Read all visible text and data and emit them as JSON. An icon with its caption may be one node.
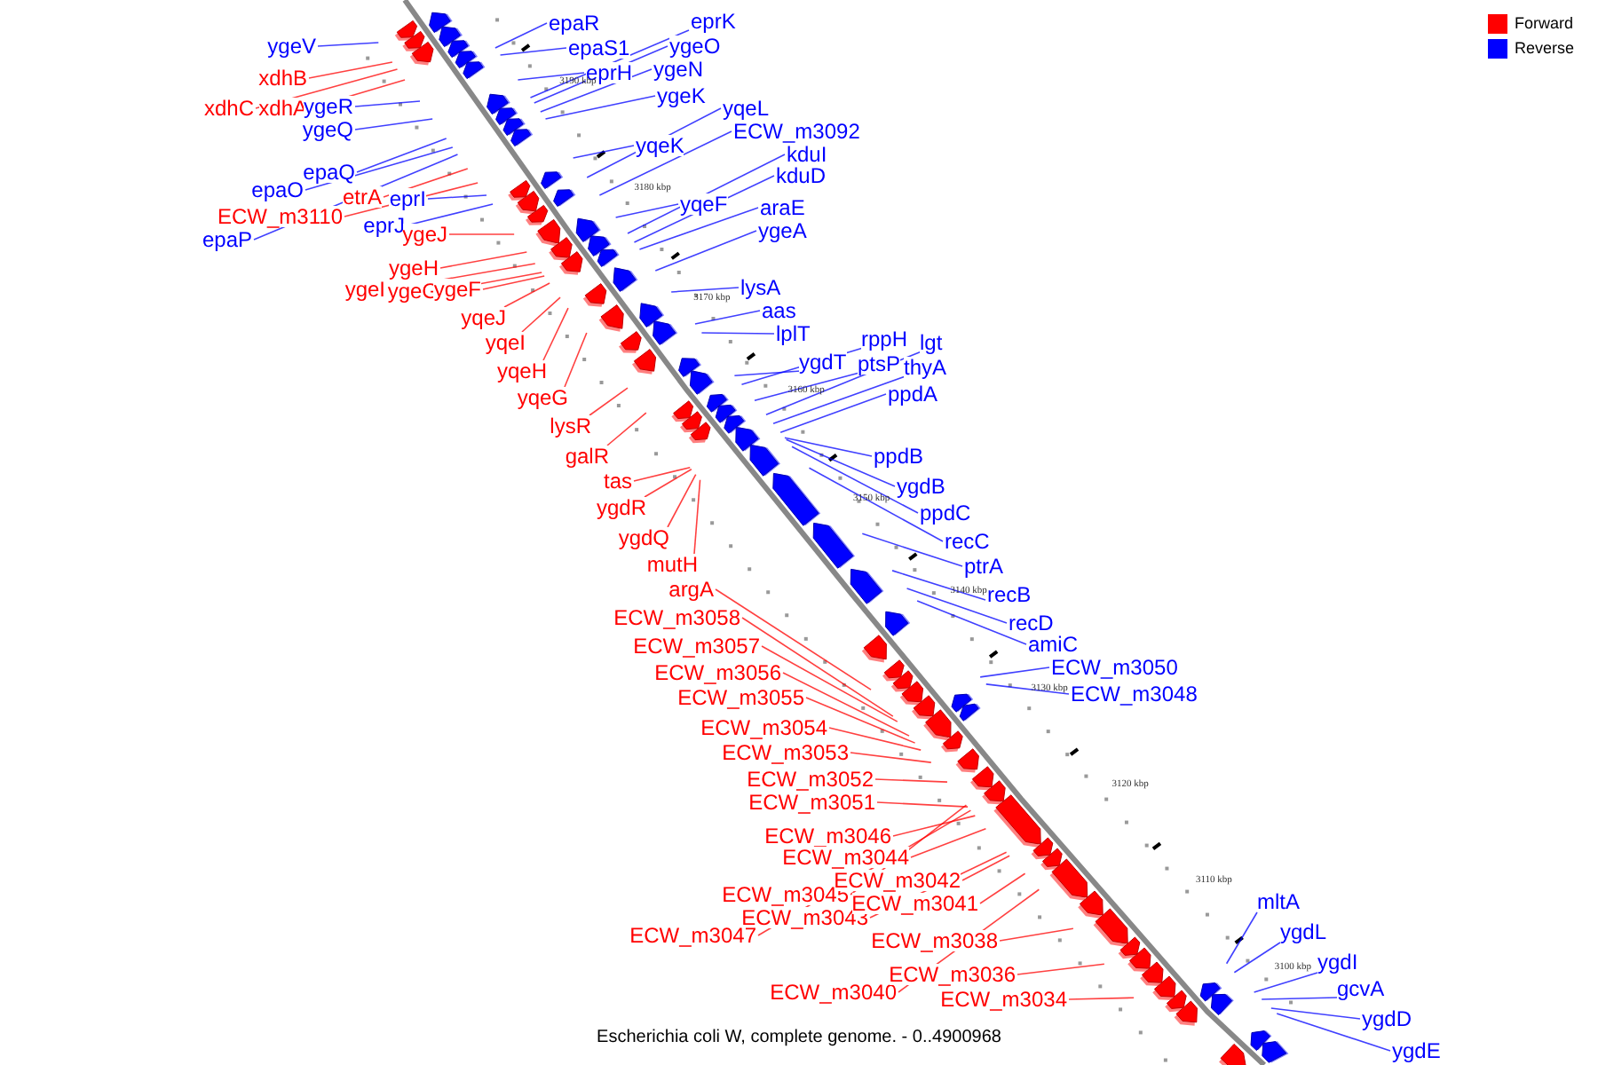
{
  "diagram": {
    "caption": "Escherichia coli W, complete genome. - 0..4900968",
    "nodes": [
      {
        "text": [
          "ygeV"
        ]
      },
      {
        "text": [
          "xdhB"
        ]
      },
      {
        "text": [
          "xdhC"
        ]
      },
      {
        "text": [
          "xdhA"
        ]
      },
      {
        "text": [
          "ygeR"
        ]
      },
      {
        "text": [
          "ygeQ"
        ]
      },
      {
        "text": [
          "epaQ"
        ]
      },
      {
        "text": [
          "epaO"
        ]
      },
      {
        "text": [
          "epaP"
        ]
      },
      {
        "text": [
          "etrA"
        ]
      },
      {
        "text": [
          "ECW_m3110"
        ]
      },
      {
        "text": [
          "eprI"
        ]
      },
      {
        "text": [
          "eprJ"
        ]
      },
      {
        "text": [
          "ygeJ"
        ]
      },
      {
        "text": [
          "ygeH"
        ]
      },
      {
        "text": [
          "ygeI"
        ]
      },
      {
        "text": [
          "ygeG"
        ]
      },
      {
        "text": [
          "ygeF"
        ]
      },
      {
        "text": [
          "yqeJ"
        ]
      },
      {
        "text": [
          "yqeI"
        ]
      },
      {
        "text": [
          "yqeH"
        ]
      },
      {
        "text": [
          "yqeG"
        ]
      },
      {
        "text": [
          "lysR"
        ]
      },
      {
        "text": [
          "galR"
        ]
      },
      {
        "text": [
          "tas"
        ]
      },
      {
        "text": [
          "ygdR"
        ]
      },
      {
        "text": [
          "ygdQ"
        ]
      },
      {
        "text": [
          "mutH"
        ]
      },
      {
        "text": [
          "argA"
        ]
      },
      {
        "text": [
          "ECW_m3058"
        ]
      },
      {
        "text": [
          "ECW_m3057"
        ]
      },
      {
        "text": [
          "ECW_m3056"
        ]
      },
      {
        "text": [
          "ECW_m3055"
        ]
      },
      {
        "text": [
          "ECW_m3054"
        ]
      },
      {
        "text": [
          "ECW_m3053"
        ]
      },
      {
        "text": [
          "ECW_m3052"
        ]
      },
      {
        "text": [
          "ECW_m3051"
        ]
      },
      {
        "text": [
          "ECW_m3046"
        ]
      },
      {
        "text": [
          "ECW_m3044"
        ]
      },
      {
        "text": [
          "ECW_m3045"
        ]
      },
      {
        "text": [
          "ECW_m3043"
        ]
      },
      {
        "text": [
          "ECW_m3047"
        ]
      },
      {
        "text": [
          "ECW_m3042"
        ]
      },
      {
        "text": [
          "ECW_m3041"
        ]
      },
      {
        "text": [
          "ECW_m3038"
        ]
      },
      {
        "text": [
          "ECW_m3040"
        ]
      },
      {
        "text": [
          "ECW_m3036"
        ]
      },
      {
        "text": [
          "ECW_m3034"
        ]
      },
      {
        "text": [
          "epaR"
        ]
      },
      {
        "text": [
          "epaS1"
        ]
      },
      {
        "text": [
          "eprH"
        ]
      },
      {
        "text": [
          "eprK"
        ]
      },
      {
        "text": [
          "ygeO"
        ]
      },
      {
        "text": [
          "ygeN"
        ]
      },
      {
        "text": [
          "ygeK"
        ]
      },
      {
        "text": [
          "yqeK"
        ]
      },
      {
        "text": [
          "yqeL"
        ]
      },
      {
        "text": [
          "ECW_m3092"
        ]
      },
      {
        "text": [
          "kduI"
        ]
      },
      {
        "text": [
          "kduD"
        ]
      },
      {
        "text": [
          "yqeF"
        ]
      },
      {
        "text": [
          "araE"
        ]
      },
      {
        "text": [
          "ygeA"
        ]
      },
      {
        "text": [
          "lysA"
        ]
      },
      {
        "text": [
          "aas"
        ]
      },
      {
        "text": [
          "lplT"
        ]
      },
      {
        "text": [
          "ygdT"
        ]
      },
      {
        "text": [
          "rppH"
        ]
      },
      {
        "text": [
          "ptsP"
        ]
      },
      {
        "text": [
          "lgt"
        ]
      },
      {
        "text": [
          "thyA"
        ]
      },
      {
        "text": [
          "ppdA"
        ]
      },
      {
        "text": [
          "ppdB"
        ]
      },
      {
        "text": [
          "ygdB"
        ]
      },
      {
        "text": [
          "ppdC"
        ]
      },
      {
        "text": [
          "recC"
        ]
      },
      {
        "text": [
          "ptrA"
        ]
      },
      {
        "text": [
          "recB"
        ]
      },
      {
        "text": [
          "recD"
        ]
      },
      {
        "text": [
          "amiC"
        ]
      },
      {
        "text": [
          "ECW_m3050"
        ]
      },
      {
        "text": [
          "ECW_m3048"
        ]
      },
      {
        "text": [
          "mltA"
        ]
      },
      {
        "text": [
          "ygdL"
        ]
      },
      {
        "text": [
          "ygdI"
        ]
      },
      {
        "text": [
          "gcvA"
        ]
      },
      {
        "text": [
          "ygdD"
        ]
      },
      {
        "text": [
          "ygdE"
        ]
      }
    ],
    "edges": [
      {
        "from": 0,
        "to": null,
        "arrow": "none"
      },
      {
        "from": 1,
        "to": null,
        "arrow": "none",
        "color": "#ff0000"
      },
      {
        "from": 2,
        "to": null,
        "arrow": "none",
        "color": "#ff0000"
      },
      {
        "from": 3,
        "to": null,
        "arrow": "none",
        "color": "#ff0000"
      },
      {
        "from": 4,
        "to": null,
        "arrow": "none"
      },
      {
        "from": 5,
        "to": null,
        "arrow": "none"
      },
      {
        "from": 6,
        "to": null,
        "arrow": "none"
      },
      {
        "from": 7,
        "to": null,
        "arrow": "none"
      },
      {
        "from": 8,
        "to": null,
        "arrow": "none"
      },
      {
        "from": 9,
        "to": null,
        "arrow": "none",
        "color": "#ff0000"
      },
      {
        "from": 10,
        "to": null,
        "arrow": "none",
        "color": "#ff0000"
      },
      {
        "from": 11,
        "to": null,
        "arrow": "none"
      },
      {
        "from": 12,
        "to": null,
        "arrow": "none"
      },
      {
        "from": 13,
        "to": null,
        "arrow": "none",
        "color": "#ff0000"
      },
      {
        "from": 14,
        "to": null,
        "arrow": "none",
        "color": "#ff0000"
      },
      {
        "from": 15,
        "to": null,
        "arrow": "none",
        "color": "#ff0000"
      },
      {
        "from": 16,
        "to": null,
        "arrow": "none",
        "color": "#ff0000"
      },
      {
        "from": 17,
        "to": null,
        "arrow": "none",
        "color": "#ff0000"
      },
      {
        "from": 18,
        "to": null,
        "arrow": "none",
        "color": "#ff0000"
      },
      {
        "from": 19,
        "to": null,
        "arrow": "none",
        "color": "#ff0000"
      },
      {
        "from": 20,
        "to": null,
        "arrow": "none",
        "color": "#ff0000"
      },
      {
        "from": 21,
        "to": null,
        "arrow": "none",
        "color": "#ff0000"
      },
      {
        "from": 22,
        "to": null,
        "arrow": "none",
        "color": "#ff0000"
      },
      {
        "from": 23,
        "to": null,
        "arrow": "none",
        "color": "#ff0000"
      },
      {
        "from": 24,
        "to": null,
        "arrow": "none",
        "color": "#ff0000"
      },
      {
        "from": 25,
        "to": null,
        "arrow": "none",
        "color": "#ff0000"
      },
      {
        "from": 26,
        "to": null,
        "arrow": "none",
        "color": "#ff0000"
      },
      {
        "from": 27,
        "to": null,
        "arrow": "none",
        "color": "#ff0000"
      },
      {
        "from": 28,
        "to": null,
        "arrow": "none",
        "color": "#ff0000"
      },
      {
        "from": 29,
        "to": null,
        "arrow": "none",
        "color": "#ff0000"
      },
      {
        "from": 30,
        "to": null,
        "arrow": "none",
        "color": "#ff0000"
      },
      {
        "from": 31,
        "to": null,
        "arrow": "none",
        "color": "#ff0000"
      },
      {
        "from": 32,
        "to": null,
        "arrow": "none",
        "color": "#ff0000"
      },
      {
        "from": 33,
        "to": null,
        "arrow": "none",
        "color": "#ff0000"
      },
      {
        "from": 34,
        "to": null,
        "arrow": "none",
        "color": "#ff0000"
      },
      {
        "from": 35,
        "to": null,
        "arrow": "none",
        "color": "#ff0000"
      },
      {
        "from": 36,
        "to": null,
        "arrow": "none",
        "color": "#ff0000"
      },
      {
        "from": 37,
        "to": null,
        "arrow": "none",
        "color": "#ff0000"
      },
      {
        "from": 38,
        "to": null,
        "arrow": "none",
        "color": "#ff0000"
      },
      {
        "from": 39,
        "to": null,
        "arrow": "none",
        "color": "#ff0000"
      },
      {
        "from": 40,
        "to": null,
        "arrow": "none",
        "color": "#ff0000"
      },
      {
        "from": 41,
        "to": null,
        "arrow": "none",
        "color": "#ff0000"
      },
      {
        "from": 42,
        "to": null,
        "arrow": "none",
        "color": "#ff0000"
      },
      {
        "from": 43,
        "to": null,
        "arrow": "none",
        "color": "#ff0000"
      },
      {
        "from": 44,
        "to": null,
        "arrow": "none",
        "color": "#ff0000"
      },
      {
        "from": 45,
        "to": null,
        "arrow": "none",
        "color": "#ff0000"
      },
      {
        "from": 46,
        "to": null,
        "arrow": "none",
        "color": "#ff0000"
      },
      {
        "from": 47,
        "to": null,
        "arrow": "none",
        "color": "#ff0000"
      },
      {
        "from": 48,
        "to": null,
        "arrow": "none"
      },
      {
        "from": 49,
        "to": null,
        "arrow": "none"
      },
      {
        "from": 50,
        "to": null,
        "arrow": "none"
      },
      {
        "from": 51,
        "to": null,
        "arrow": "none"
      },
      {
        "from": 52,
        "to": null,
        "arrow": "none"
      },
      {
        "from": 53,
        "to": null,
        "arrow": "none"
      },
      {
        "from": 54,
        "to": null,
        "arrow": "none"
      },
      {
        "from": 55,
        "to": null,
        "arrow": "none"
      },
      {
        "from": 56,
        "to": null,
        "arrow": "none"
      },
      {
        "from": 57,
        "to": null,
        "arrow": "none"
      },
      {
        "from": 58,
        "to": null,
        "arrow": "none"
      },
      {
        "from": 59,
        "to": null,
        "arrow": "none"
      },
      {
        "from": 60,
        "to": null,
        "arrow": "none"
      },
      {
        "from": 61,
        "to": null,
        "arrow": "none"
      },
      {
        "from": 62,
        "to": null,
        "arrow": "none"
      },
      {
        "from": 63,
        "to": null,
        "arrow": "none"
      },
      {
        "from": 64,
        "to": null,
        "arrow": "none"
      },
      {
        "from": 65,
        "to": null,
        "arrow": "none"
      },
      {
        "from": 66,
        "to": null,
        "arrow": "none"
      },
      {
        "from": 67,
        "to": null,
        "arrow": "none"
      },
      {
        "from": 68,
        "to": null,
        "arrow": "none"
      },
      {
        "from": 69,
        "to": null,
        "arrow": "none"
      },
      {
        "from": 70,
        "to": null,
        "arrow": "none"
      },
      {
        "from": 71,
        "to": null,
        "arrow": "none"
      },
      {
        "from": 72,
        "to": null,
        "arrow": "none"
      },
      {
        "from": 73,
        "to": null,
        "arrow": "none"
      },
      {
        "from": 74,
        "to": null,
        "arrow": "none"
      },
      {
        "from": 75,
        "to": null,
        "arrow": "none"
      },
      {
        "from": 76,
        "to": null,
        "arrow": "none"
      },
      {
        "from": 77,
        "to": null,
        "arrow": "none"
      },
      {
        "from": 78,
        "to": null,
        "arrow": "none"
      },
      {
        "from": 79,
        "to": null,
        "arrow": "none"
      },
      {
        "from": 80,
        "to": null,
        "arrow": "none"
      },
      {
        "from": 81,
        "to": null,
        "arrow": "none"
      },
      {
        "from": 82,
        "to": null,
        "arrow": "none"
      },
      {
        "from": 83,
        "to": null,
        "arrow": "none"
      },
      {
        "from": 84,
        "to": null,
        "arrow": "none"
      },
      {
        "from": 85,
        "to": null,
        "arrow": "none"
      },
      {
        "from": 86,
        "to": null,
        "arrow": "none"
      },
      {
        "from": 87,
        "to": null,
        "arrow": "none"
      }
    ],
    "labels": [
      "3190 kbp",
      "3180 kbp",
      "3170 kbp",
      "3160 kbp",
      "3150 kbp",
      "3140 kbp",
      "3130 kbp",
      "3120 kbp",
      "3110 kbp",
      "3100 kbp"
    ],
    "legend": [
      {
        "text": "Forward",
        "color": "#ff0000"
      },
      {
        "text": "Reverse",
        "color": "#0000ff"
      }
    ]
  }
}
